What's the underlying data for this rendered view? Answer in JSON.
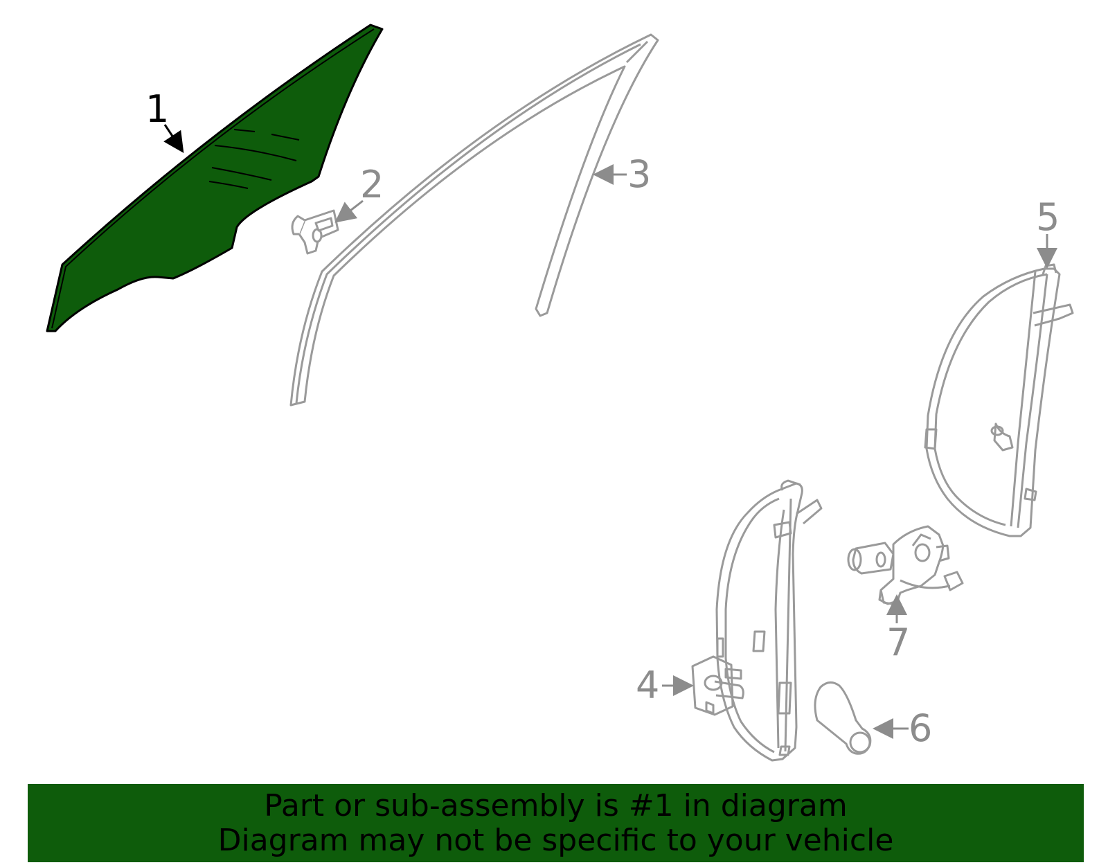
{
  "callouts": {
    "c1": "1",
    "c2": "2",
    "c3": "3",
    "c4": "4",
    "c5": "5",
    "c6": "6",
    "c7": "7"
  },
  "banner": {
    "line1": "Part or sub-assembly is #1 in diagram",
    "line2": "Diagram may not be specific to your vehicle"
  },
  "colors": {
    "highlight": "#0e5c0b",
    "line": "#9a9a9a",
    "outline": "#000000"
  }
}
